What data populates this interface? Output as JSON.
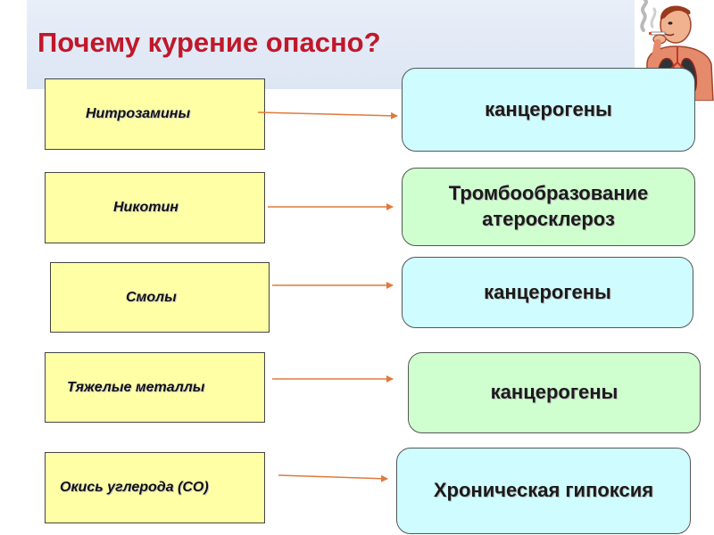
{
  "title": "Почему курение опасно?",
  "substances": [
    "Нитрозамины",
    "Никотин",
    "Смолы",
    "Тяжелые металлы",
    "Окись углерода (CO)"
  ],
  "effects": [
    "канцерогены",
    "Тромбообразование\nатеросклероз",
    "канцерогены",
    "канцерогены",
    "Хроническая гипоксия"
  ],
  "colors": {
    "title": "#c0182a",
    "source_fill": "#ffffa6",
    "effect_cyan": "#cffcff",
    "effect_green": "#cfffcf",
    "arrow": "#e07a3c"
  },
  "icons": [
    "smoking-man-lungs-illustration"
  ]
}
